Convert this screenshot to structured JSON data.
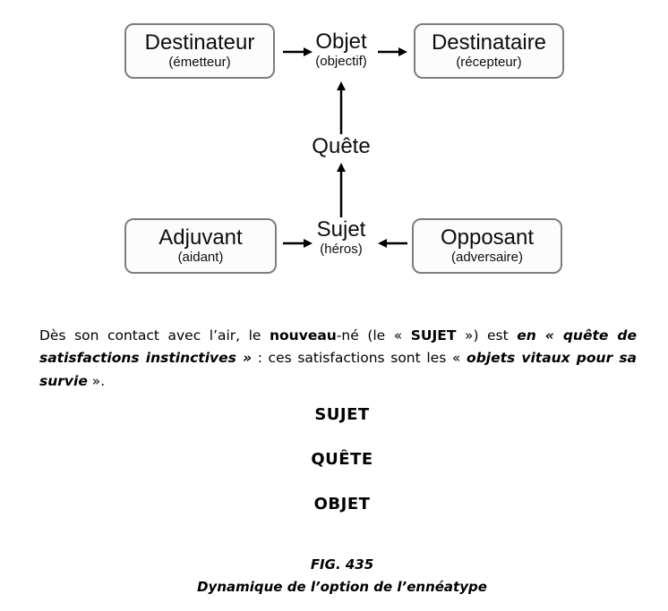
{
  "colors": {
    "background": "#ffffff",
    "box_border": "#7d7d7d",
    "box_fill": "#fcfcfc",
    "text": "#000000",
    "arrow": "#000000"
  },
  "diagram": {
    "type": "actantial-model",
    "nodes": {
      "destinateur": {
        "label": "Destinateur",
        "sublabel": "(émetteur)"
      },
      "objet": {
        "label": "Objet",
        "sublabel": "(objectif)"
      },
      "destinataire": {
        "label": "Destinataire",
        "sublabel": "(récepteur)"
      },
      "quete": {
        "label": "Quête"
      },
      "adjuvant": {
        "label": "Adjuvant",
        "sublabel": "(aidant)"
      },
      "sujet": {
        "label": "Sujet",
        "sublabel": "(héros)"
      },
      "opposant": {
        "label": "Opposant",
        "sublabel": "(adversaire)"
      }
    },
    "arrows": [
      {
        "from": "destinateur",
        "to": "objet",
        "direction": "right"
      },
      {
        "from": "objet",
        "to": "destinataire",
        "direction": "right"
      },
      {
        "from": "quete",
        "to": "objet",
        "direction": "up"
      },
      {
        "from": "sujet",
        "to": "quete",
        "direction": "up"
      },
      {
        "from": "adjuvant",
        "to": "sujet",
        "direction": "right"
      },
      {
        "from": "opposant",
        "to": "sujet",
        "direction": "left"
      }
    ]
  },
  "paragraph": {
    "seg1": "Dès son contact avec l’air, le ",
    "seg2": "nouveau",
    "seg3": "-né (le « ",
    "seg4": "SUJET",
    "seg5": " ») est ",
    "seg6": "en « quête de satisfactions instinctives »",
    "seg7": " :  ces satisfactions sont les « ",
    "seg8": "objets vitaux pour sa survie",
    "seg9": " »."
  },
  "keywords": {
    "items": [
      "SUJET",
      "QUÊTE",
      "OBJET"
    ]
  },
  "caption": {
    "fig_label": "FIG. 435",
    "title": "Dynamique de l’option de l’ennéatype"
  }
}
